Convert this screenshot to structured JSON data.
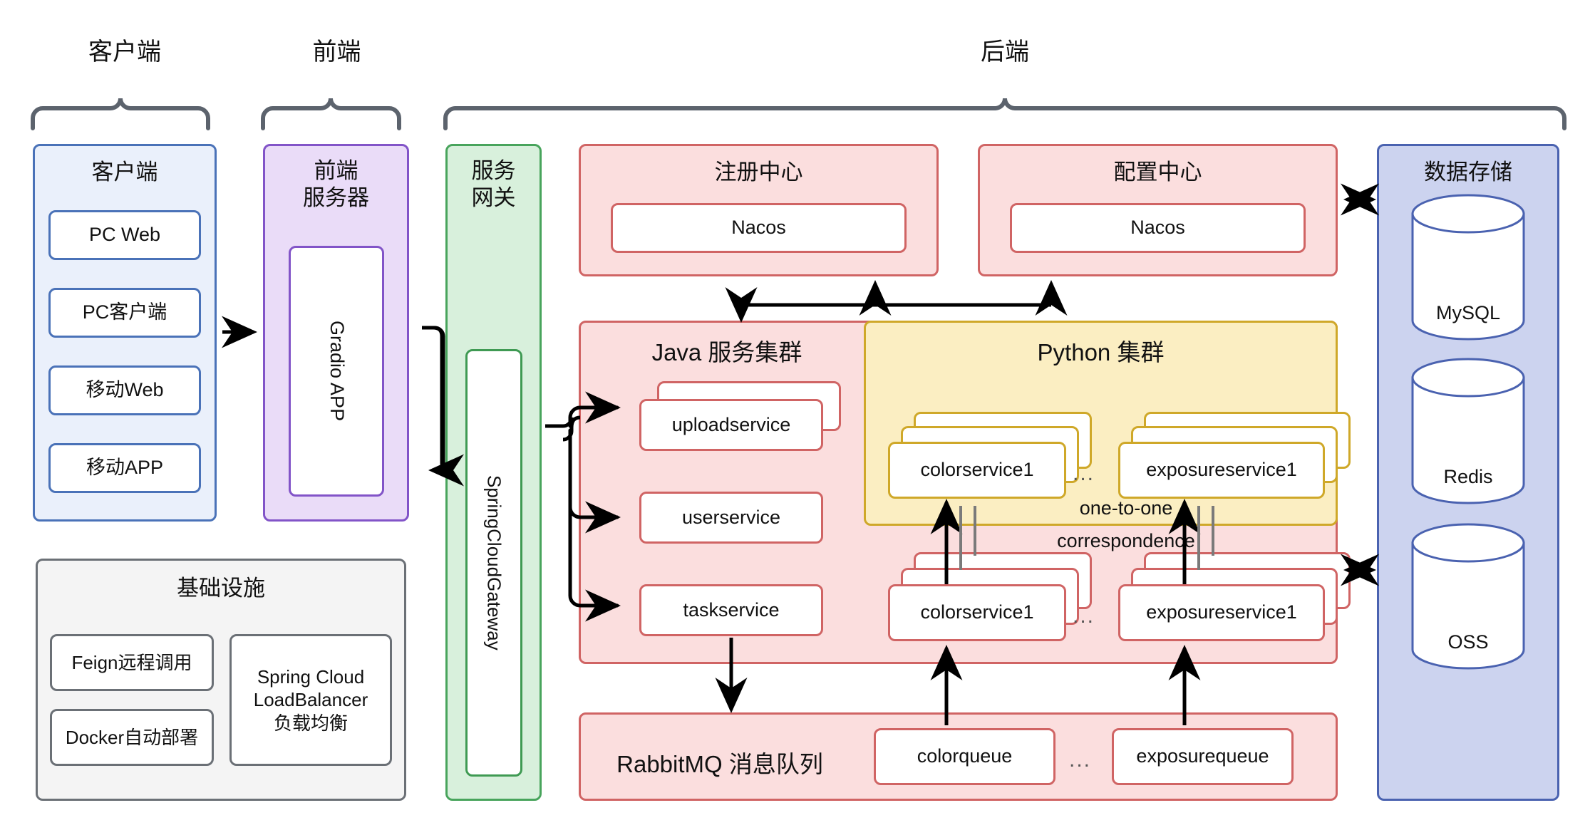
{
  "groups": [
    {
      "label": "客户端"
    },
    {
      "label": "前端"
    },
    {
      "label": "后端"
    }
  ],
  "client": {
    "title": "客户端",
    "items": [
      {
        "label": "PC Web"
      },
      {
        "label": "PC客户端"
      },
      {
        "label": "移动Web"
      },
      {
        "label": "移动APP"
      }
    ]
  },
  "infrastructure": {
    "title": "基础设施",
    "items": [
      {
        "label": "Feign远程调用"
      },
      {
        "label": "Docker自动部署"
      },
      {
        "label": "Spring Cloud\nLoadBalancer\n负载均衡"
      }
    ]
  },
  "frontend_server": {
    "title": "前端\n服务器",
    "app": "Gradio APP"
  },
  "gateway": {
    "title": "服务\n网关",
    "component": "SpringCloudGateway"
  },
  "registry": {
    "title": "注册中心",
    "component": "Nacos"
  },
  "config_center": {
    "title": "配置中心",
    "component": "Nacos"
  },
  "java_cluster": {
    "title": "Java 服务集群",
    "services": [
      {
        "label": "uploadservice",
        "stacked": true
      },
      {
        "label": "userservice",
        "stacked": false
      },
      {
        "label": "taskservice",
        "stacked": false
      }
    ]
  },
  "python_cluster": {
    "title": "Python 集群",
    "services": [
      {
        "label": "colorservice1",
        "stacked": true
      },
      {
        "label": "exposureservice1",
        "stacked": true
      }
    ],
    "ellipsis": "..."
  },
  "consumer_cluster": {
    "services": [
      {
        "label": "colorservice1",
        "stacked": true
      },
      {
        "label": "exposureservice1",
        "stacked": true
      }
    ],
    "ellipsis": "..."
  },
  "annotation": {
    "line1": "one-to-one",
    "line2": "correspondence"
  },
  "mq": {
    "title": "RabbitMQ 消息队列",
    "queues": [
      {
        "label": "colorqueue"
      },
      {
        "label": "exposurequeue"
      }
    ],
    "ellipsis": "..."
  },
  "storage": {
    "title": "数据存储",
    "items": [
      {
        "label": "MySQL"
      },
      {
        "label": "Redis"
      },
      {
        "label": "OSS"
      }
    ]
  },
  "colors": {
    "client": "#4a72b8",
    "frontend": "#8254c8",
    "gateway": "#48a45c",
    "backend": "#d06464",
    "python": "#cfa829",
    "infra": "#6b7076",
    "storage": "#4a62b0",
    "arrow": "#000000",
    "brace": "#5c636d"
  }
}
